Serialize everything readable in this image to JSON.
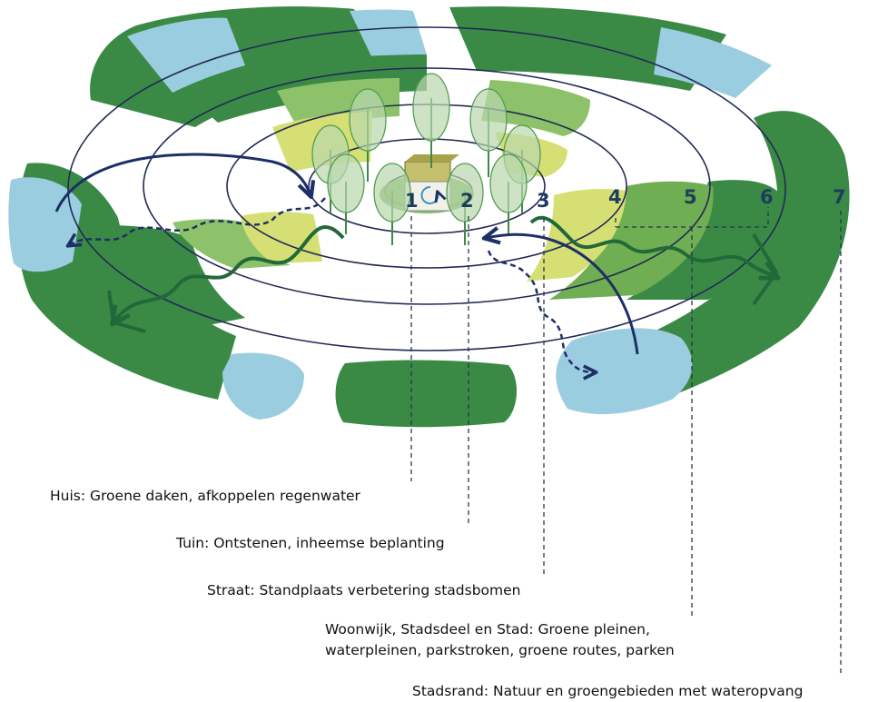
{
  "rings": [
    {
      "number": "1"
    },
    {
      "number": "2"
    },
    {
      "number": "3"
    },
    {
      "number": "4"
    },
    {
      "number": "5"
    },
    {
      "number": "6"
    },
    {
      "number": "7"
    }
  ],
  "captions": [
    {
      "text": "Huis: Groene daken, afkoppelen regenwater"
    },
    {
      "text": "Tuin: Ontstenen, inheemse beplanting"
    },
    {
      "text": "Straat: Standplaats verbetering stadsbomen"
    },
    {
      "text": "Woonwijk, Stadsdeel en Stad: Groene pleinen,",
      "line2": "waterpleinen, parkstroken, groene routes, parken"
    },
    {
      "text": "Stadsrand: Natuur en groengebieden met wateropvang"
    }
  ],
  "colors": {
    "dark_green": "#3a8a46",
    "mid_green": "#6fae52",
    "light_green": "#8dc26a",
    "yellow_green": "#d5df74",
    "water_blue": "#9bcde0",
    "ring_line": "#222a55",
    "arrow_blue": "#1e2f66",
    "number_text": "#1d3c5e"
  }
}
